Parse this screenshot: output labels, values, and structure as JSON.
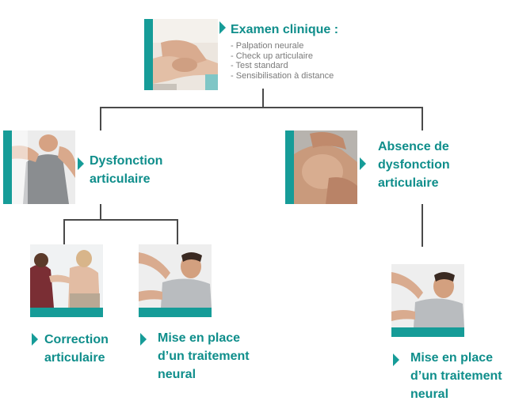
{
  "exam": {
    "title": "Examen clinique :",
    "items": [
      "Palpation neurale",
      "Check up articulaire",
      "Test standard",
      "Sensibilisation à distance"
    ]
  },
  "branches": {
    "left": {
      "title": "Dysfonction\narticulaire"
    },
    "right": {
      "title": "Absence de\ndysfonction\narticulaire"
    }
  },
  "outcomes": {
    "correction": "Correction\narticulaire",
    "neural_left": "Mise en place\nd’un traitement\nneural",
    "neural_right": "Mise en place\nd’un traitement\nneural"
  },
  "colors": {
    "accent": "#169c98",
    "text_accent": "#0f8e8b",
    "connector": "#4a4a4a",
    "list_text": "#7a7a7a"
  },
  "icons": [
    "arrow-right-icon"
  ]
}
